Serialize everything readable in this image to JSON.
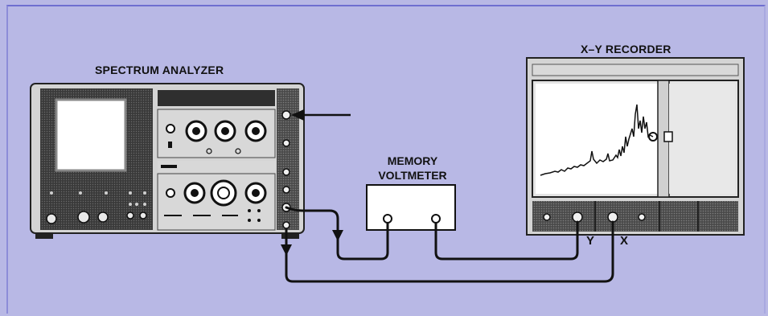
{
  "labels": {
    "spectrum_analyzer": "SPECTRUM ANALYZER",
    "xy_recorder": "X–Y RECORDER",
    "memory_voltmeter": "MEMORY\nVOLTMETER",
    "y_input": "Y",
    "x_input": "X"
  },
  "colors": {
    "background": "#b8b8e5",
    "border": "#6f6fd0",
    "instrument_case": "#d8d8d8",
    "panel_dark": "#2a2a2a",
    "cable": "#111111"
  },
  "icons": [
    "arrow-icon",
    "knob-icon",
    "connector-icon",
    "plotter-pen-icon"
  ]
}
